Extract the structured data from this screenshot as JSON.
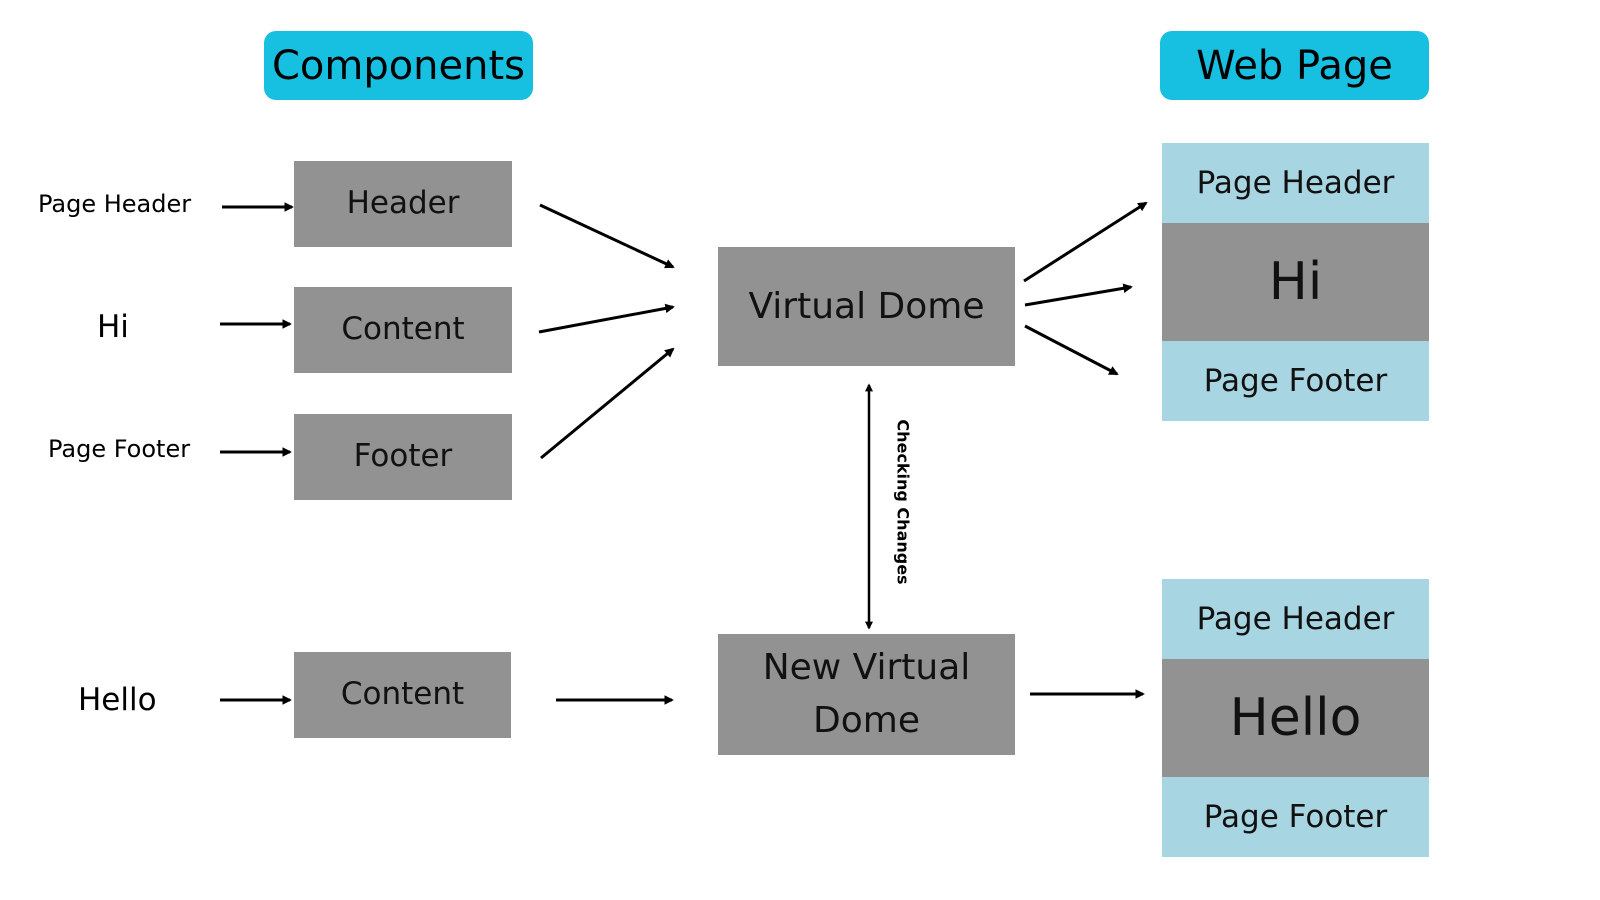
{
  "headers": {
    "components": "Components",
    "web_page": "Web Page"
  },
  "inputs": {
    "page_header": "Page Header",
    "hi": "Hi",
    "page_footer": "Page Footer",
    "hello": "Hello"
  },
  "components": {
    "header": "Header",
    "content": "Content",
    "footer": "Footer",
    "content_new": "Content"
  },
  "doms": {
    "virtual": "Virtual Dome",
    "new_virtual_line1": "New Virtual",
    "new_virtual_line2": "Dome"
  },
  "checking_label": "Checking Changes",
  "web_page_old": {
    "header": "Page Header",
    "content": "Hi",
    "footer": "Page Footer"
  },
  "web_page_new": {
    "header": "Page Header",
    "content": "Hello",
    "footer": "Page Footer"
  },
  "colors": {
    "title_bg": "#17BFE0",
    "box_gray": "#929292",
    "page_light": "#A8D5E2"
  }
}
